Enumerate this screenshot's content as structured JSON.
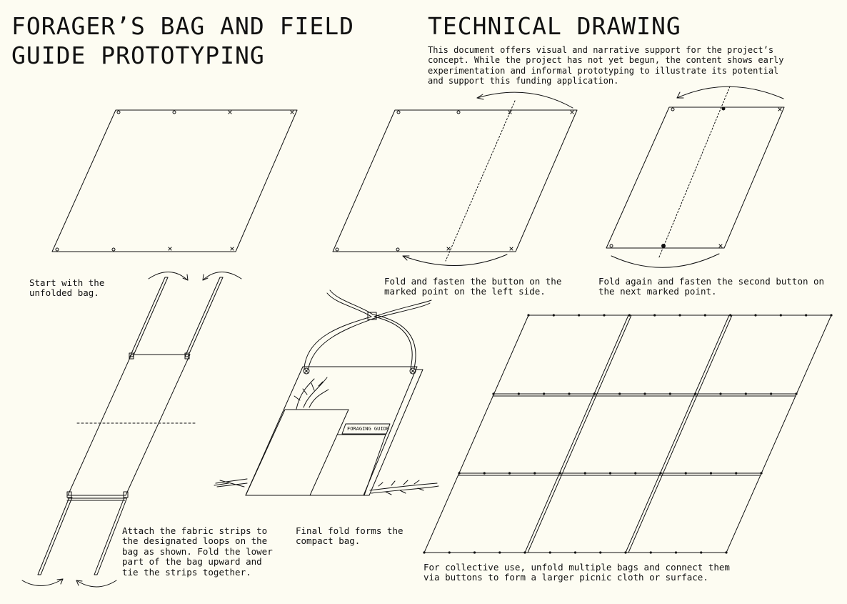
{
  "header": {
    "title_left": "FORAGER’S BAG AND FIELD\nGUIDE PROTOTYPING",
    "title_right": "TECHNICAL DRAWING",
    "intro": "This document offers visual and narrative support for the project’s\nconcept. While the project has not yet begun, the content shows early\nexperimentation and informal prototyping to illustrate its potential\nand support this funding application."
  },
  "steps": {
    "step1": "Start with the\nunfolded bag.",
    "step2": "Fold and fasten the button on the\nmarked point on the left side.",
    "step3": "Fold again and fasten the second button on\nthe next marked point.",
    "step4": "Attach the fabric strips to\nthe designated loops on the\nbag as shown. Fold the lower\npart of the bag upward and\ntie the strips together.",
    "step5": "Final fold forms the\ncompact bag.",
    "step6": "For collective use, unfold multiple bags and connect them\nvia buttons to form a larger picnic cloth or surface."
  },
  "bag_label": "FORAGING GUIDE",
  "colors": {
    "background": "#fdfcf2",
    "ink": "#111111"
  }
}
